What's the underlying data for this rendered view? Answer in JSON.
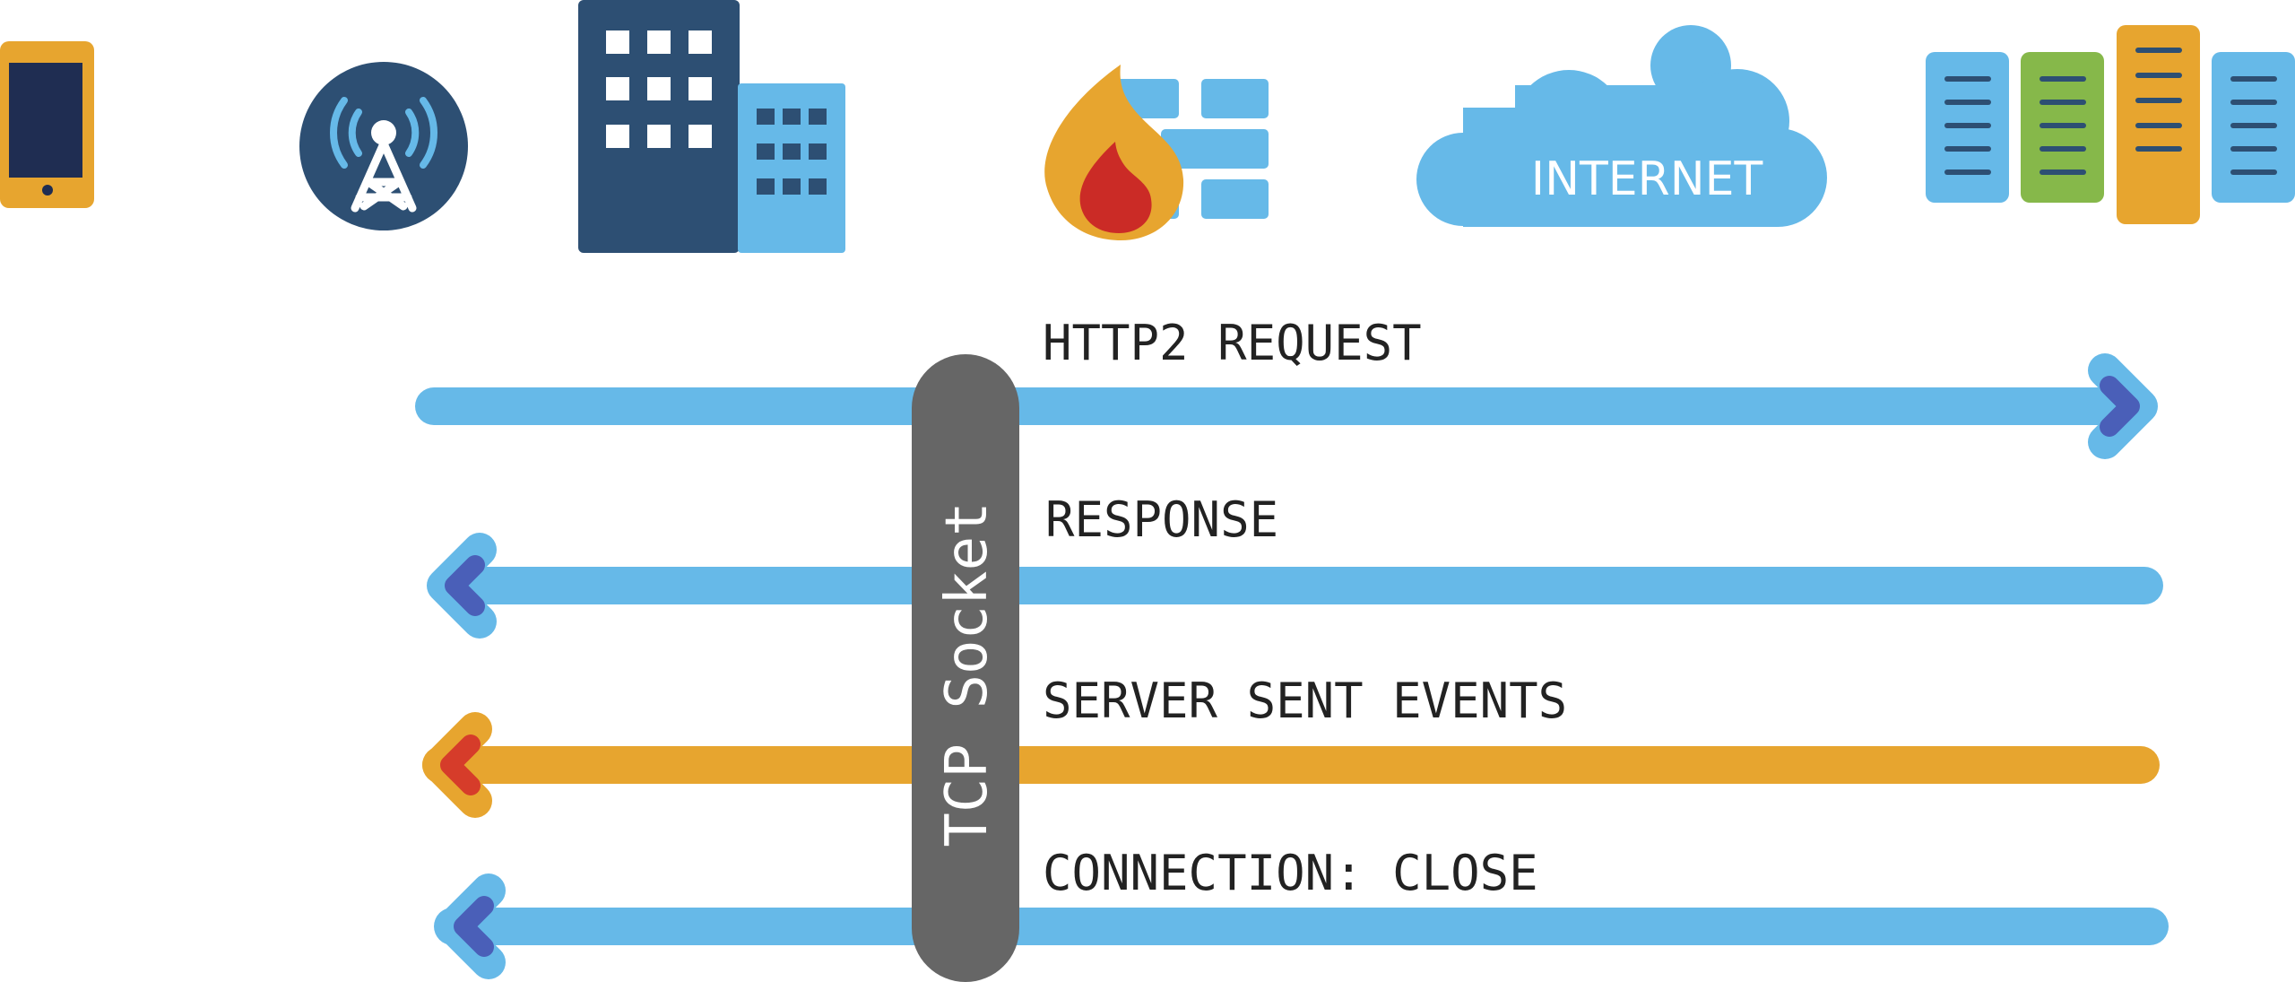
{
  "colors": {
    "light_blue": "#66b9e8",
    "dark_navy": "#2d4f73",
    "orange": "#e7a52f",
    "red": "#cb2b26",
    "green": "#86b84a",
    "socket_gray": "#666666",
    "arrowhead_blue": "#4a5fb8",
    "arrowhead_red": "#d63c2a"
  },
  "icons": [
    {
      "name": "smartphone-icon"
    },
    {
      "name": "cell-tower-icon"
    },
    {
      "name": "office-building-icon"
    },
    {
      "name": "firewall-icon"
    },
    {
      "name": "internet-cloud-icon",
      "label": "INTERNET"
    },
    {
      "name": "server-rack-icon"
    }
  ],
  "socket": {
    "label": "TCP Socket"
  },
  "arrows": [
    {
      "label": "HTTP2 REQUEST",
      "direction": "right",
      "color": "light_blue"
    },
    {
      "label": "RESPONSE",
      "direction": "left",
      "color": "light_blue"
    },
    {
      "label": "SERVER SENT EVENTS",
      "direction": "left",
      "color": "orange"
    },
    {
      "label": "CONNECTION: CLOSE",
      "direction": "left",
      "color": "light_blue"
    }
  ]
}
